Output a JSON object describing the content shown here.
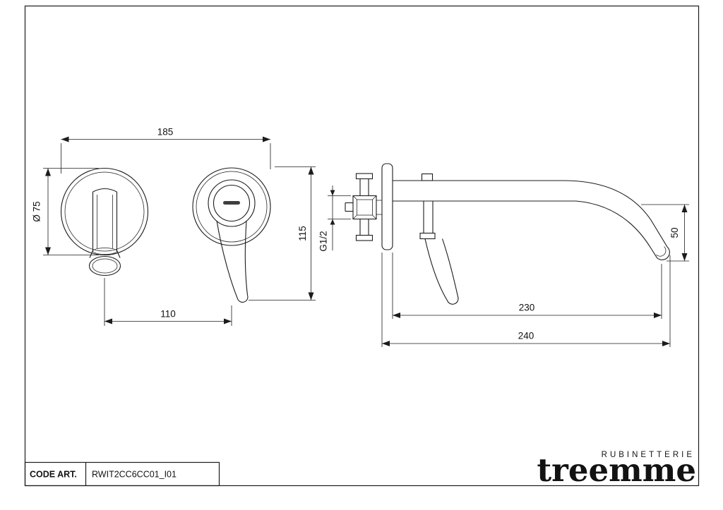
{
  "drawing": {
    "dimensions": {
      "plate_span": "185",
      "plate_diameter": "Ø 75",
      "spout_handle_distance": "110",
      "handle_height": "115",
      "inlet_thread": "G1/2",
      "outlet_drop": "50",
      "spout_projection": "230",
      "spout_total_length": "240"
    },
    "title_block": {
      "code_label": "CODE ART.",
      "code_value": "RWIT2CC6CC01_I01"
    },
    "brand": {
      "tagline": "RUBINETTERIE",
      "name": "treemme"
    },
    "colors": {
      "line": "#1c1c1c",
      "background": "#ffffff"
    }
  }
}
